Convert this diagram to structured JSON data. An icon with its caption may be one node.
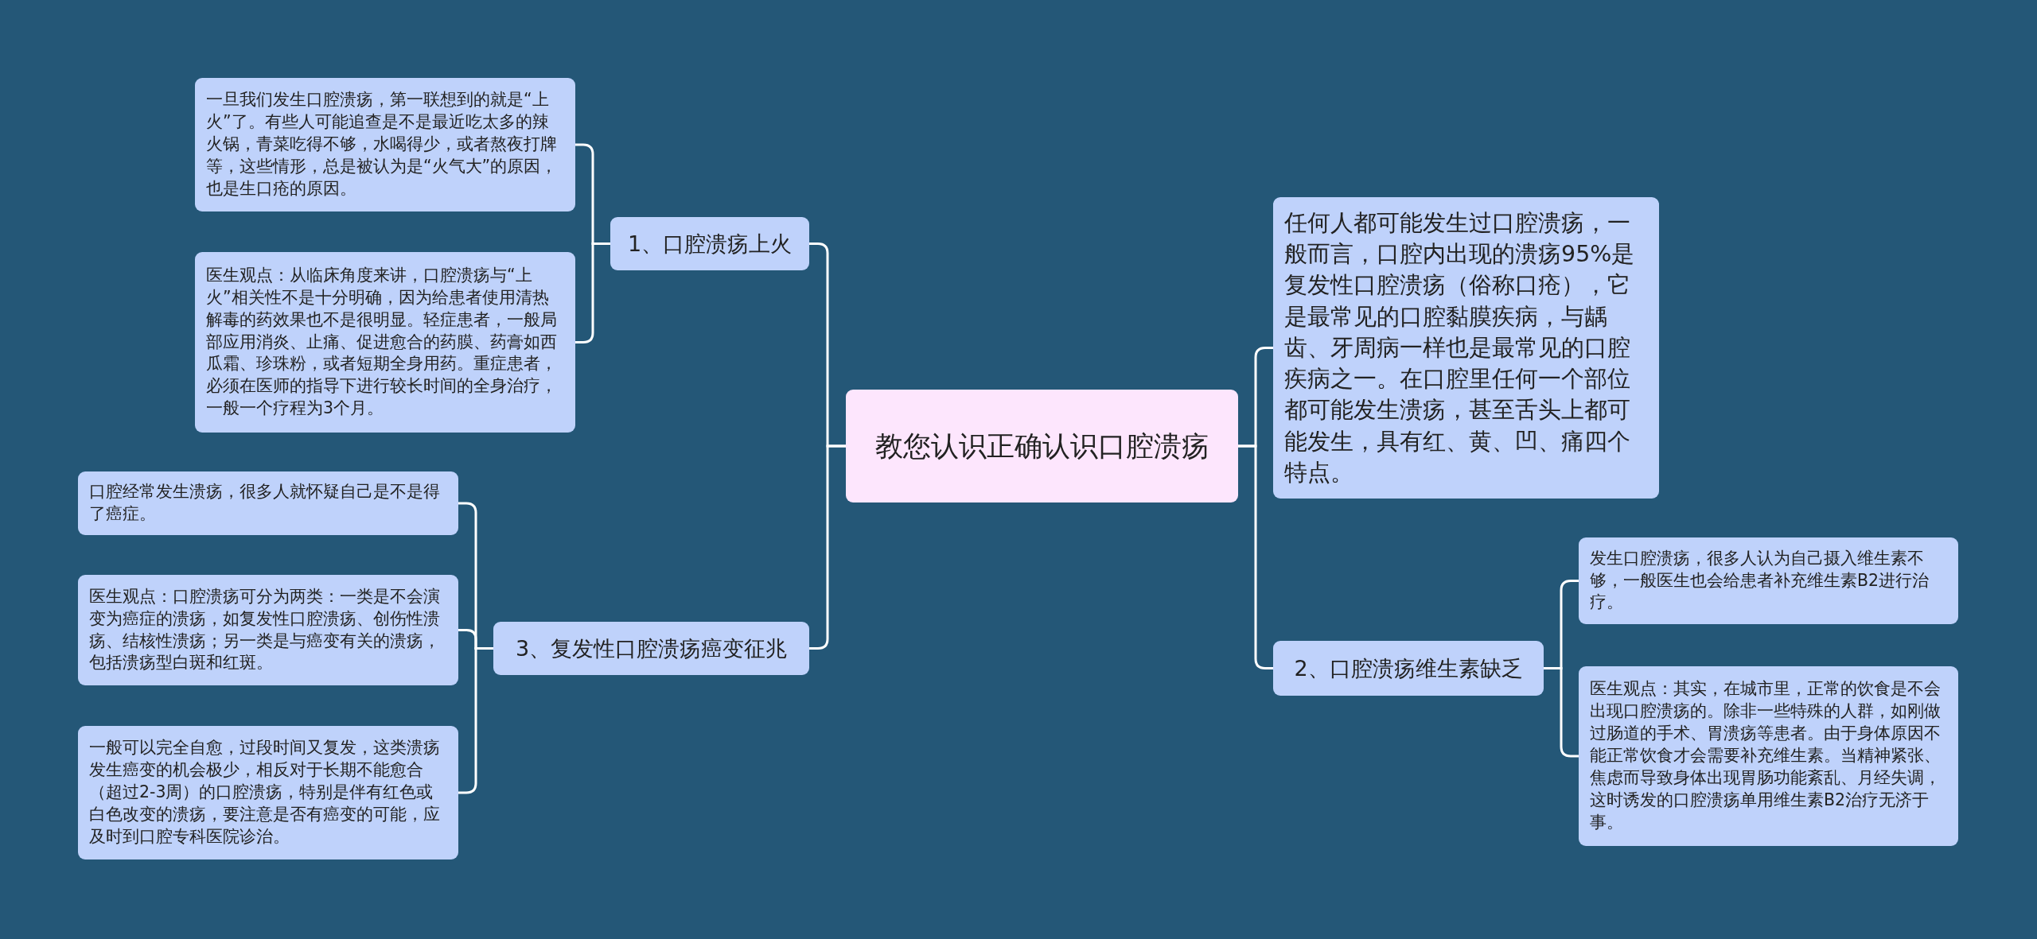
{
  "diagram": {
    "nodes": [
      {
        "text": [
          "教您认识正确认识口腔溃疡"
        ]
      },
      {
        "text": [
          "1、口腔溃疡上火"
        ]
      },
      {
        "text": [
          "一旦我们发生口腔溃疡，第一联想到的就是“上火”了。有些人可能追查是不是最近吃太多的辣火锅，青菜吃得不够，水喝得少，或者熬夜打牌等，这些情形，总是被认为是“火气大”的原因，也是生口疮的原因。"
        ]
      },
      {
        "text": [
          "医生观点：从临床角度来讲，口腔溃疡与“上火”相关性不是十分明确，因为给患者使用清热解毒的药效果也不是很明显。轻症患者，一般局部应用消炎、止痛、促进愈合的药膜、药膏如西瓜霜、珍珠粉，或者短期全身用药。重症患者，必须在医师的指导下进行较长时间的全身治疗，一般一个疗程为3个月。"
        ]
      },
      {
        "text": [
          "3、复发性口腔溃疡癌变征兆"
        ]
      },
      {
        "text": [
          "口腔经常发生溃疡，很多人就怀疑自己是不是得了癌症。"
        ]
      },
      {
        "text": [
          "医生观点：口腔溃疡可分为两类：一类是不会演变为癌症的溃疡，如复发性口腔溃疡、创伤性溃疡、结核性溃疡；另一类是与癌变有关的溃疡，包括溃疡型白斑和红斑。"
        ]
      },
      {
        "text": [
          "一般可以完全自愈，过段时间又复发，这类溃疡发生癌变的机会极少，相反对于长期不能愈合（超过2-3周）的口腔溃疡，特别是伴有红色或白色改变的溃疡，要注意是否有癌变的可能，应及时到口腔专科医院诊治。"
        ]
      },
      {
        "text": [
          "任何人都可能发生过口腔溃疡，一般而言，口腔内出现的溃疡95%是复发性口腔溃疡（俗称口疮），它是最常见的口腔黏膜疾病，与龋齿、牙周病一样也是最常见的口腔疾病之一。在口腔里任何一个部位都可能发生溃疡，甚至舌头上都可能发生，具有红、黄、凹、痛四个特点。"
        ]
      },
      {
        "text": [
          "2、口腔溃疡维生素缺乏"
        ]
      },
      {
        "text": [
          "发生口腔溃疡，很多人认为自己摄入维生素不够，一般医生也会给患者补充维生素B2进行治疗。"
        ]
      },
      {
        "text": [
          "医生观点：其实，在城市里，正常的饮食是不会出现口腔溃疡的。除非一些特殊的人群，如刚做过肠道的手术、胃溃疡等患者。由于身体原因不能正常饮食才会需要补充维生素。当精神紧张、焦虑而导致身体出现胃肠功能紊乱、月经失调，这时诱发的口腔溃疡单用维生素B2治疗无济于事。"
        ]
      }
    ],
    "edges": [
      {
        "from": 0,
        "to": 1,
        "arrow": "none"
      },
      {
        "from": 0,
        "to": 4,
        "arrow": "none"
      },
      {
        "from": 0,
        "to": 8,
        "arrow": "none"
      },
      {
        "from": 0,
        "to": 9,
        "arrow": "none"
      },
      {
        "from": 1,
        "to": 2,
        "arrow": "none"
      },
      {
        "from": 1,
        "to": 3,
        "arrow": "none"
      },
      {
        "from": 4,
        "to": 5,
        "arrow": "none"
      },
      {
        "from": 4,
        "to": 6,
        "arrow": "none"
      },
      {
        "from": 4,
        "to": 7,
        "arrow": "none"
      },
      {
        "from": 9,
        "to": 10,
        "arrow": "none"
      },
      {
        "from": 9,
        "to": 11,
        "arrow": "none"
      }
    ]
  }
}
